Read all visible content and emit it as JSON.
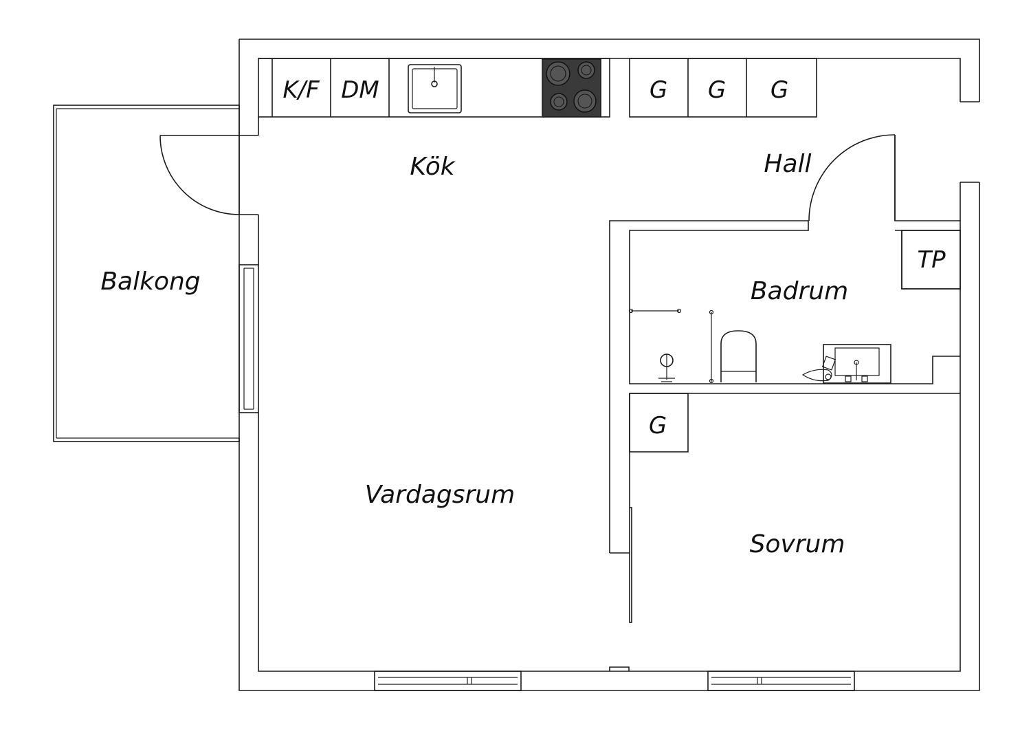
{
  "rooms": {
    "kok": "Kök",
    "hall": "Hall",
    "balkong": "Balkong",
    "badrum": "Badrum",
    "vardagsrum": "Vardagsrum",
    "sovrum": "Sovrum"
  },
  "fixtures": {
    "fridge_freezer": "K/F",
    "dishwasher": "DM",
    "wardrobe": "G",
    "dryer": "TP"
  },
  "colors": {
    "wall_stroke": "#1a1a1a",
    "stove": "#3a3a3a",
    "background": "#ffffff"
  }
}
